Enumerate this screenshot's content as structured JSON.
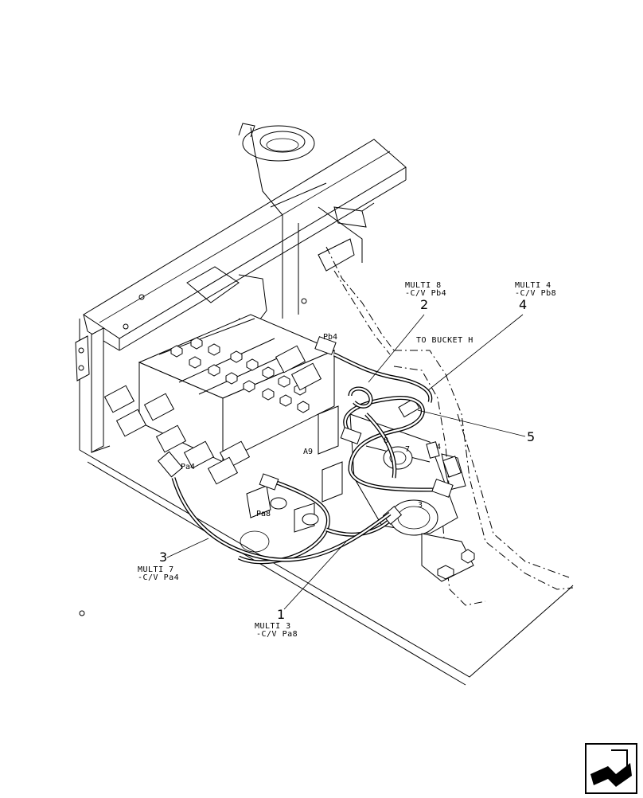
{
  "callouts": {
    "c1": {
      "number": "1",
      "line1": "MULTI 3",
      "line2": "-C/V Pa8"
    },
    "c2": {
      "number": "2",
      "line1": "MULTI 8",
      "line2": "-C/V Pb4"
    },
    "c3": {
      "number": "3",
      "line1": "MULTI 7",
      "line2": "-C/V Pa4"
    },
    "c4": {
      "number": "4",
      "line1": "MULTI 4",
      "line2": "-C/V Pb8"
    },
    "c5": {
      "number": "5"
    }
  },
  "annotations": {
    "to_bucket": "TO BUCKET H"
  },
  "ports": {
    "pb4": "Pb4",
    "pa4": "Pa4",
    "pa8": "Pa8",
    "a9": "A9",
    "p8": "8",
    "p7": "7",
    "p4": "4",
    "p3": "3"
  },
  "icons": {
    "nav": "page-navigation-arrow-icon"
  }
}
